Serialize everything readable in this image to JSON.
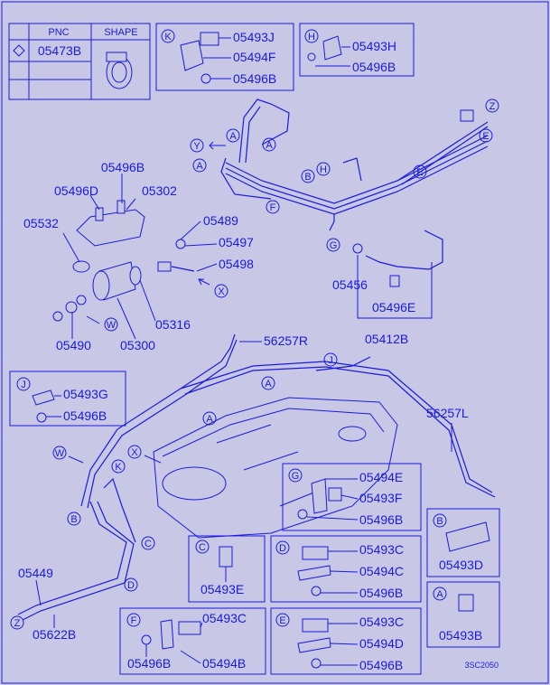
{
  "colors": {
    "background": "#c8c8e6",
    "ink": "#1a1ae0"
  },
  "pnc_table": {
    "header_pnc": "PNC",
    "header_shape": "SHAPE",
    "row_part": "05473B"
  },
  "boxes": {
    "K": {
      "letter": "K",
      "parts": [
        "05493J",
        "05494F",
        "05496B"
      ]
    },
    "H": {
      "letter": "H",
      "parts": [
        "05493H",
        "05496B"
      ]
    },
    "J": {
      "letter": "J",
      "parts": [
        "05493G",
        "05496B"
      ]
    },
    "G": {
      "letter": "G",
      "parts": [
        "05494E",
        "05493F",
        "05496B"
      ]
    },
    "C": {
      "letter": "C",
      "parts": [
        "05493E"
      ]
    },
    "D": {
      "letter": "D",
      "parts": [
        "05493C",
        "05494C",
        "05496B"
      ]
    },
    "B": {
      "letter": "B",
      "parts": [
        "05493D"
      ]
    },
    "A": {
      "letter": "A",
      "parts": [
        "05493B"
      ]
    },
    "F": {
      "letter": "F",
      "parts": [
        "05493C",
        "05496B",
        "05494B"
      ]
    },
    "E": {
      "letter": "E",
      "parts": [
        "05493C",
        "05494D",
        "05496B"
      ]
    }
  },
  "main_labels": {
    "p05496B_top": "05496B",
    "p05496D": "05496D",
    "p05302": "05302",
    "p05532": "05532",
    "p05489": "05489",
    "p05497": "05497",
    "p05498": "05498",
    "p05316": "05316",
    "p05490": "05490",
    "p05300": "05300",
    "p05456": "05456",
    "p05496E": "05496E",
    "p05412B": "05412B",
    "p56257R": "56257R",
    "p56257L": "56257L",
    "p05449": "05449",
    "p05622B": "05622B"
  },
  "callouts": {
    "Z": "Z",
    "E": "E",
    "A": "A",
    "Y": "Y",
    "B": "B",
    "H": "H",
    "F": "F",
    "G": "G",
    "X": "X",
    "W": "W",
    "J": "J",
    "K": "K",
    "C": "C",
    "D": "D"
  },
  "footer_code": "3SC2050"
}
